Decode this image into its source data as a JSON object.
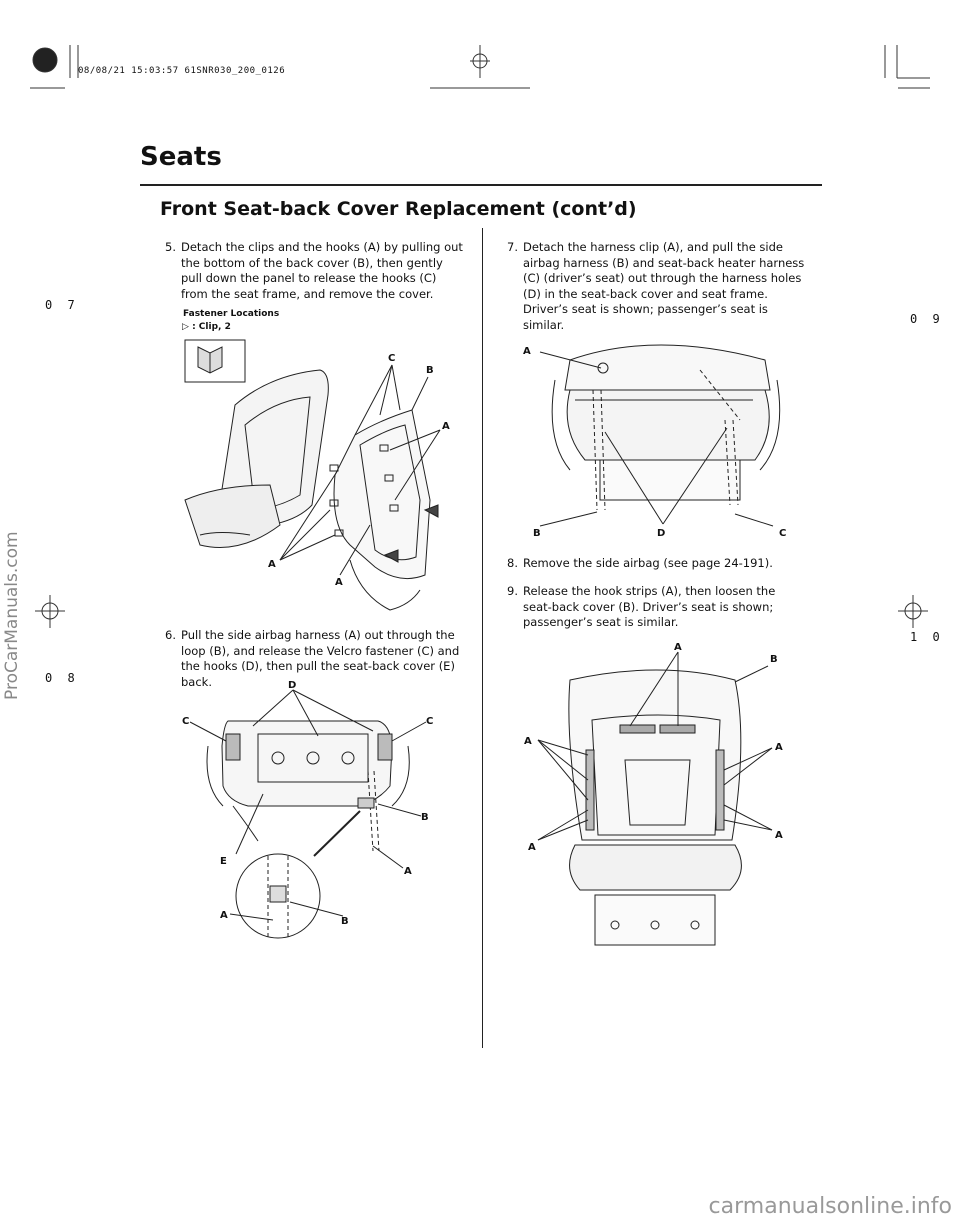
{
  "header": {
    "stamp": "08/08/21 15:03:57 61SNR030_200_0126",
    "title": "Seats",
    "subtitle": "Front Seat-back Cover Replacement (cont’d)"
  },
  "margin_numbers": {
    "left_top": "0 7",
    "left_bottom": "0 8",
    "right_top": "0 9",
    "right_bottom": "1 0"
  },
  "steps": {
    "s5": {
      "num": "5.",
      "text": "Detach the clips and the hooks (A) by pulling out the bottom of the back cover (B), then gently pull down the panel to release the hooks (C) from the seat frame, and remove the cover."
    },
    "s6": {
      "num": "6.",
      "text": "Pull the side airbag harness (A) out through the loop (B), and release the Velcro fastener (C) and the hooks (D), then pull the seat-back cover (E) back."
    },
    "s7": {
      "num": "7.",
      "text": "Detach the harness clip (A), and pull the side airbag harness (B) and seat-back heater harness (C) (driver’s seat) out through the harness holes (D) in the seat-back cover and seat frame. Driver’s seat is shown; passenger’s seat is similar."
    },
    "s8": {
      "num": "8.",
      "text": "Remove the side airbag (see page 24-191)."
    },
    "s9": {
      "num": "9.",
      "text": "Release the hook strips (A), then loosen the seat-back cover (B). Driver’s seat is shown; passenger’s seat is similar."
    }
  },
  "figure1": {
    "caption": "Fastener Locations",
    "clip_label": ": Clip, 2",
    "labels": {
      "C": "C",
      "B": "B",
      "A": "A"
    }
  },
  "figure2": {
    "labels": {
      "D": "D",
      "C": "C",
      "B": "B",
      "E": "E",
      "A": "A"
    }
  },
  "figure3": {
    "labels": {
      "A": "A",
      "B": "B",
      "C": "C",
      "D": "D"
    }
  },
  "figure4": {
    "labels": {
      "A": "A",
      "B": "B"
    }
  },
  "watermarks": {
    "side": "ProCarManuals.com",
    "bottom": "carmanualsonline.info"
  }
}
